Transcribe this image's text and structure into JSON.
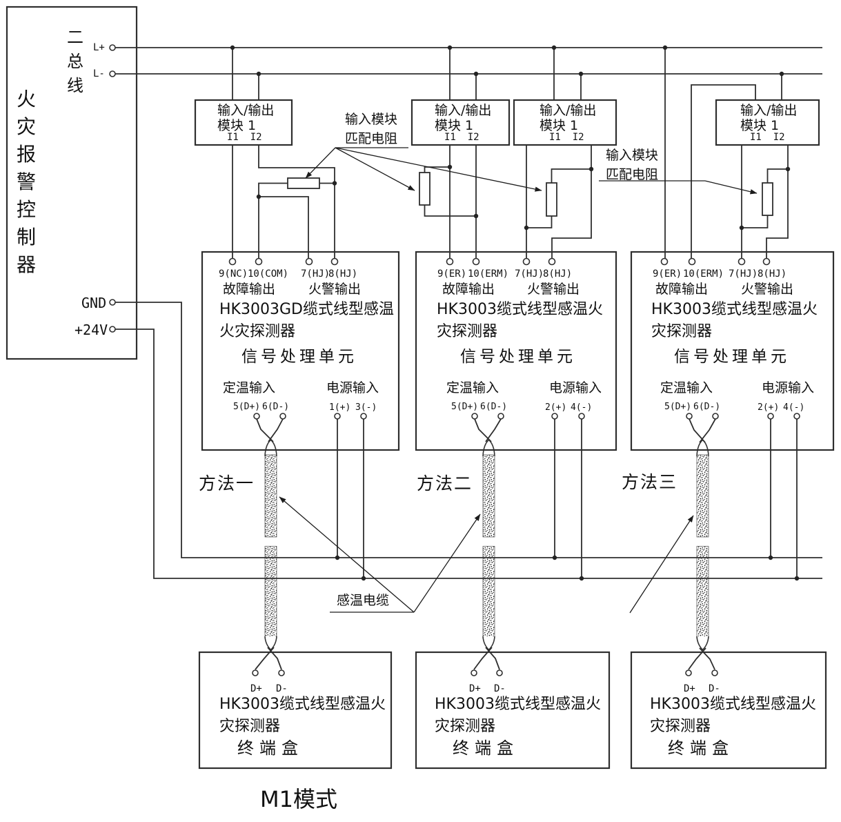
{
  "controller": {
    "bus_label": "二总线",
    "title": "火灾报警控制器",
    "terminals": {
      "lplus": "L+",
      "lminus": "L-",
      "gnd": "GND",
      "v24": "+24V"
    }
  },
  "modules": [
    {
      "line1": "输入/输出",
      "line2": "模块 1",
      "io": "I1  I2"
    },
    {
      "line1": "输入/输出",
      "line2": "模块 1",
      "io": "I1  I2"
    },
    {
      "line1": "输入/输出",
      "line2": "模块 1",
      "io": "I1  I2"
    },
    {
      "line1": "输入/输出",
      "line2": "模块 1",
      "io": "I1  I2"
    }
  ],
  "resistor_notes": [
    {
      "line1": "输入模块",
      "line2": "匹配电阻"
    },
    {
      "line1": "输入模块",
      "line2": "匹配电阻"
    }
  ],
  "detectors": [
    {
      "terminals": [
        "9(NC)",
        "10(COM)",
        "7(HJ)",
        "8(HJ)"
      ],
      "fault_label": "故障输出",
      "fire_label": "火警输出",
      "model_line1": "HK3003GD缆式线型感温",
      "model_line2": "火灾探测器",
      "unit_label": "信号处理单元",
      "temp_label": "定温输入",
      "temp_terminals": [
        "5(D+)",
        "6(D-)"
      ],
      "power_label": "电源输入",
      "power_terminals": [
        "1(+)",
        "3(-)"
      ]
    },
    {
      "terminals": [
        "9(ER)",
        "10(ERM)",
        "7(HJ)",
        "8(HJ)"
      ],
      "fault_label": "故障输出",
      "fire_label": "火警输出",
      "model_line1": "HK3003缆式线型感温火",
      "model_line2": "灾探测器",
      "unit_label": "信号处理单元",
      "temp_label": "定温输入",
      "temp_terminals": [
        "5(D+)",
        "6(D-)"
      ],
      "power_label": "电源输入",
      "power_terminals": [
        "2(+)",
        "4(-)"
      ]
    },
    {
      "terminals": [
        "9(ER)",
        "10(ERM)",
        "7(HJ)",
        "8(HJ)"
      ],
      "fault_label": "故障输出",
      "fire_label": "火警输出",
      "model_line1": "HK3003缆式线型感温火",
      "model_line2": "灾探测器",
      "unit_label": "信号处理单元",
      "temp_label": "定温输入",
      "temp_terminals": [
        "5(D+)",
        "6(D-)"
      ],
      "power_label": "电源输入",
      "power_terminals": [
        "2(+)",
        "4(-)"
      ]
    }
  ],
  "methods": [
    "方法一",
    "方法二",
    "方法三"
  ],
  "cable_label": "感温电缆",
  "terminal_boxes": [
    {
      "dplus": "D+",
      "dminus": "D-",
      "model_line1": "HK3003缆式线型感温火",
      "model_line2": "灾探测器",
      "box_label": "终端盒"
    },
    {
      "dplus": "D+",
      "dminus": "D-",
      "model_line1": "HK3003缆式线型感温火",
      "model_line2": "灾探测器",
      "box_label": "终端盒"
    },
    {
      "dplus": "D+",
      "dminus": "D-",
      "model_line1": "HK3003缆式线型感温火",
      "model_line2": "灾探测器",
      "box_label": "终端盒"
    }
  ],
  "footer": "M1模式"
}
